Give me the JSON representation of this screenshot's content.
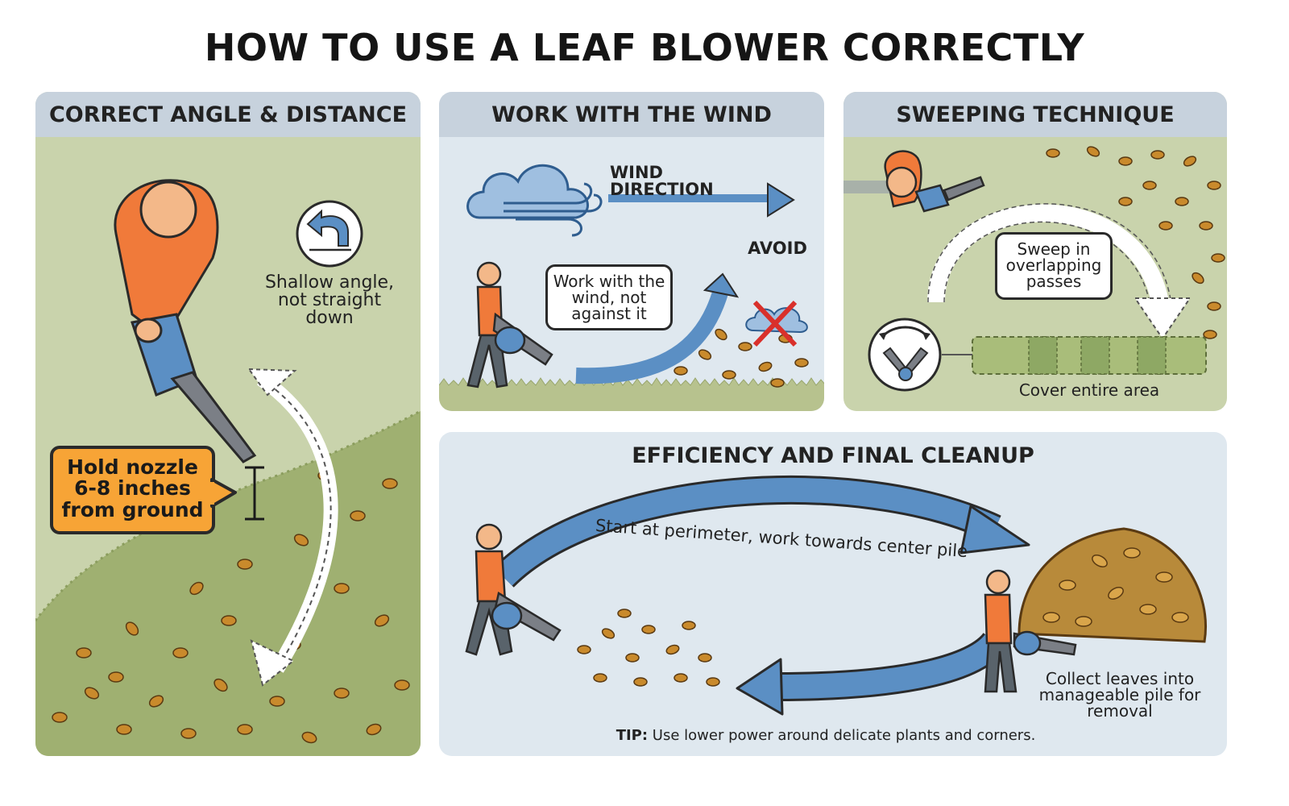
{
  "title": "HOW TO USE A LEAF BLOWER CORRECTLY",
  "panels": {
    "angle": {
      "title": "CORRECT ANGLE & DISTANCE",
      "callout": "Hold nozzle 6-8 inches from ground",
      "note": "Shallow angle, not straight down",
      "icon": "angle-arrow-icon"
    },
    "wind": {
      "title": "WORK WITH THE WIND",
      "wind_direction": "WIND DIRECTION",
      "callout": "Work with the wind, not against it",
      "avoid": "AVOID",
      "icon": "cloud-wind-icon"
    },
    "sweep": {
      "title": "SWEEPING TECHNIQUE",
      "callout": "Sweep in overlapping passes",
      "caption": "Cover entire area",
      "icon": "sweep-arc-icon"
    },
    "cleanup": {
      "title": "EFFICIENCY AND FINAL CLEANUP",
      "arrow_text": "Start at perimeter, work towards center pile",
      "pile_caption": "Collect leaves into manageable pile for removal",
      "tip_label": "TIP:",
      "tip_text": "Use lower power around delicate plants and corners."
    }
  },
  "colors": {
    "header": "#c7d2dd",
    "grass": "#c9d3ac",
    "sky": "#dfe8ef",
    "arrow_blue": "#5b8fc4",
    "orange": "#f07a3a",
    "callout_orange": "#f7a436",
    "leaf": "#c98a2c"
  }
}
